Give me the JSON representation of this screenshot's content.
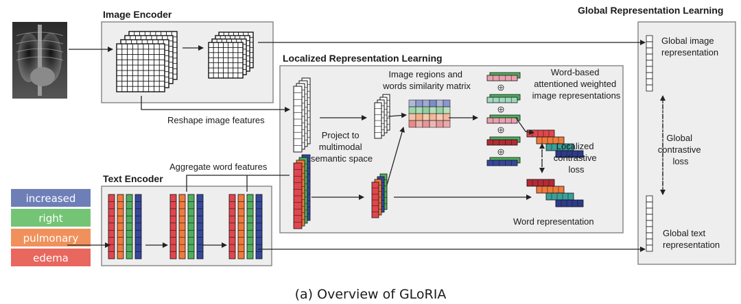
{
  "image_encoder": {
    "title": "Image Encoder"
  },
  "text_encoder": {
    "title": "Text Encoder"
  },
  "local_section": {
    "title": "Localized Representation Learning"
  },
  "global_section": {
    "title": "Global Representation Learning"
  },
  "labels": {
    "reshape": "Reshape image features",
    "aggregate": "Aggregate word features",
    "project": [
      "Project to",
      "multimodal",
      "semantic space"
    ],
    "similarity": [
      "Image regions and",
      "words similarity matrix"
    ],
    "word_based": [
      "Word-based",
      "attentioned weighted",
      "image representations"
    ],
    "localized_loss": [
      "Localized",
      "contrastive",
      "loss"
    ],
    "word_repr": "Word representation",
    "global_image": [
      "Global image",
      "representation"
    ],
    "global_loss": [
      "Global",
      "contrastive",
      "loss"
    ],
    "global_text": [
      "Global text",
      "representation"
    ]
  },
  "words": [
    {
      "text": "increased",
      "color": "#6e7fb8"
    },
    {
      "text": "right",
      "color": "#74c476"
    },
    {
      "text": "pulmonary",
      "color": "#f0915c"
    },
    {
      "text": "edema",
      "color": "#e8675e"
    }
  ],
  "colors": {
    "red": "#e0464e",
    "orange": "#f07a3c",
    "green": "#4fae5e",
    "blue": "#36489c",
    "teal": "#3aa09a",
    "navy": "#2e3a8c",
    "darkred": "#b32b35",
    "pink": "#e8a0ae",
    "mint": "#9fd8bf"
  },
  "caption": "(a) Overview of GLoRIA"
}
